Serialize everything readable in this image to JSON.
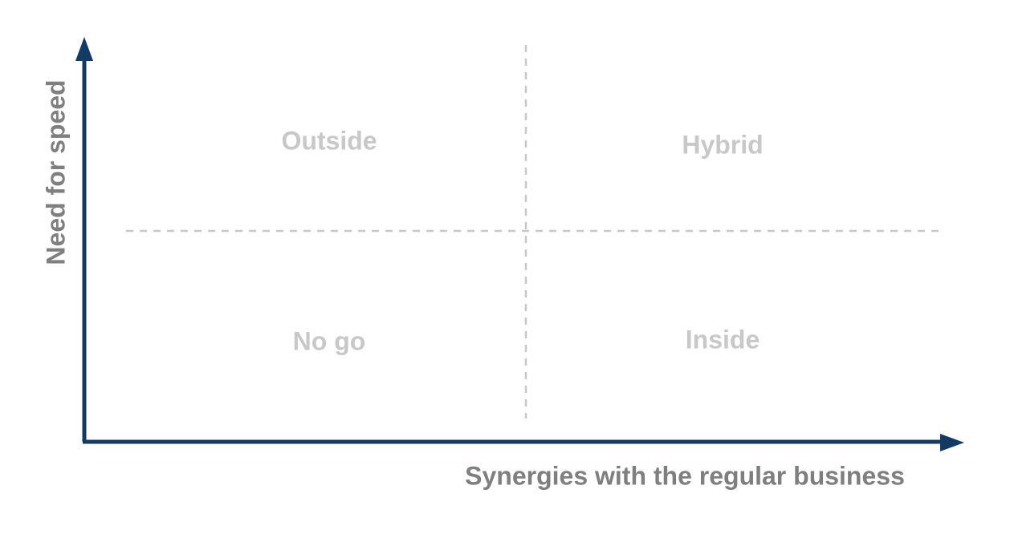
{
  "axes": {
    "x_label": "Synergies with the regular business",
    "y_label": "Need for speed"
  },
  "quadrants": {
    "top_left": "Outside",
    "top_right": "Hybrid",
    "bottom_left": "No go",
    "bottom_right": "Inside"
  },
  "colors": {
    "axis": "#133a64",
    "axis_label": "#7f7f7f",
    "quadrant_label": "#c8c8c8",
    "divider": "#c7c7c7"
  }
}
